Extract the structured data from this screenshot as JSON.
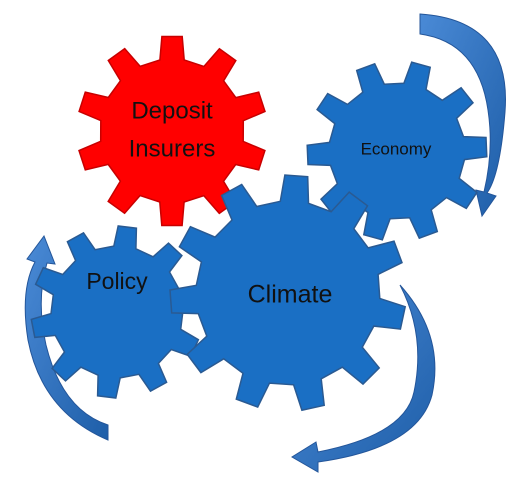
{
  "gears": [
    {
      "id": "deposit-insurers",
      "lines": [
        "Deposit",
        "Insurers"
      ],
      "color": "#ff0000"
    },
    {
      "id": "economy",
      "lines": [
        "Economy"
      ],
      "color": "#1a6fc4"
    },
    {
      "id": "policy",
      "lines": [
        "Policy"
      ],
      "color": "#1a6fc4"
    },
    {
      "id": "climate",
      "lines": [
        "Climate"
      ],
      "color": "#1a6fc4"
    }
  ],
  "arrow_color": "#2f6fb8",
  "edge_color": "#2a5a92"
}
